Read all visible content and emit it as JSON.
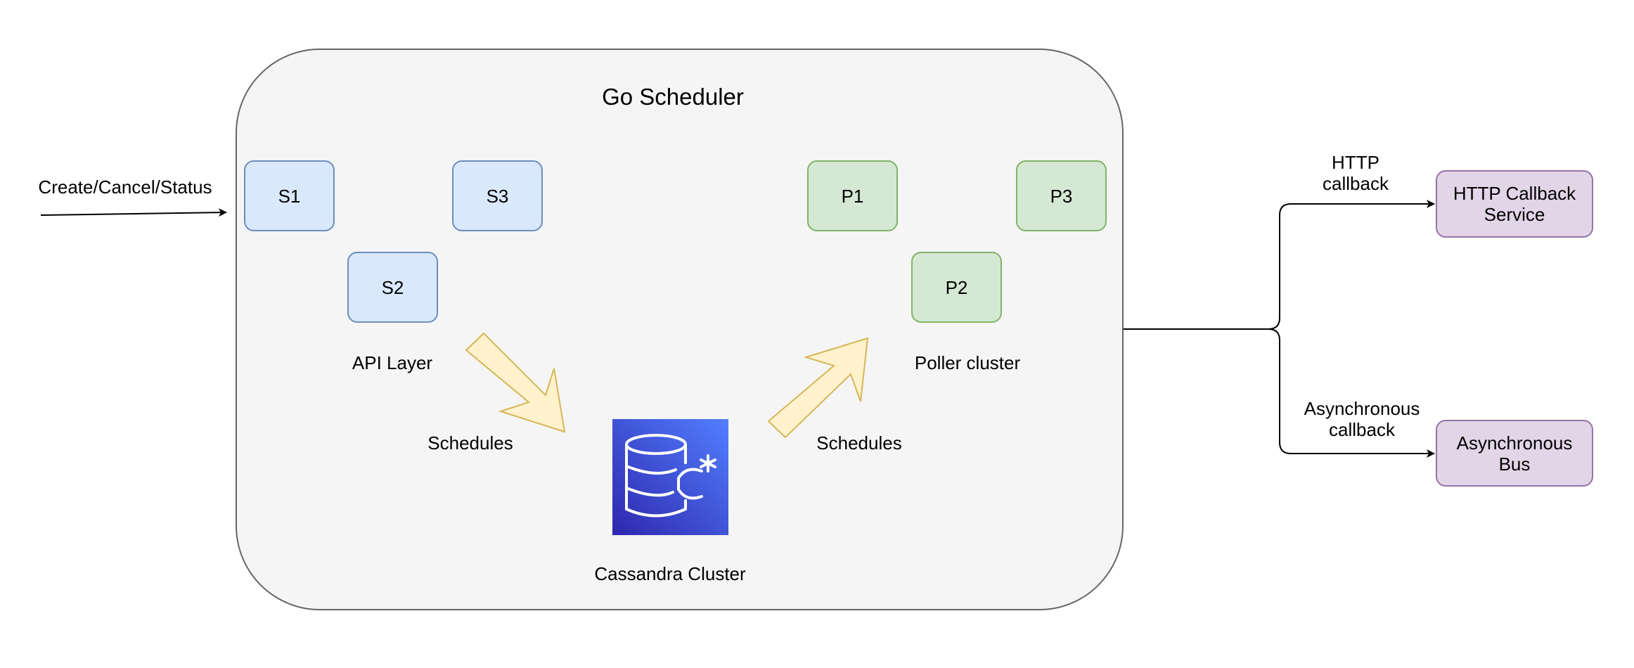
{
  "diagram": {
    "title": "Go Scheduler",
    "input_label": "Create/Cancel/Status",
    "api_nodes": [
      "S1",
      "S2",
      "S3"
    ],
    "api_label": "API Layer",
    "poller_nodes": [
      "P1",
      "P2",
      "P3"
    ],
    "poller_label": "Poller cluster",
    "schedules_left": "Schedules",
    "schedules_right": "Schedules",
    "database_label": "Cassandra Cluster",
    "database_icon": "cassandra-database-icon",
    "http_edge_label": [
      "HTTP",
      "callback"
    ],
    "async_edge_label": [
      "Asynchronous",
      "callback"
    ],
    "http_service": [
      "HTTP Callback",
      "Service"
    ],
    "async_bus": [
      "Asynchronous",
      "Bus"
    ],
    "colors": {
      "container_fill": "#f5f5f5",
      "container_border": "#666666",
      "api_fill": "#dae8fc",
      "api_border": "#6c8ebf",
      "poller_fill": "#d5e8d4",
      "poller_border": "#82b366",
      "target_fill": "#e1d5e7",
      "target_border": "#9673a6",
      "arrow_fill": "#fff2cc",
      "arrow_border": "#d6b656",
      "database_fill": "#3b48cc"
    }
  }
}
